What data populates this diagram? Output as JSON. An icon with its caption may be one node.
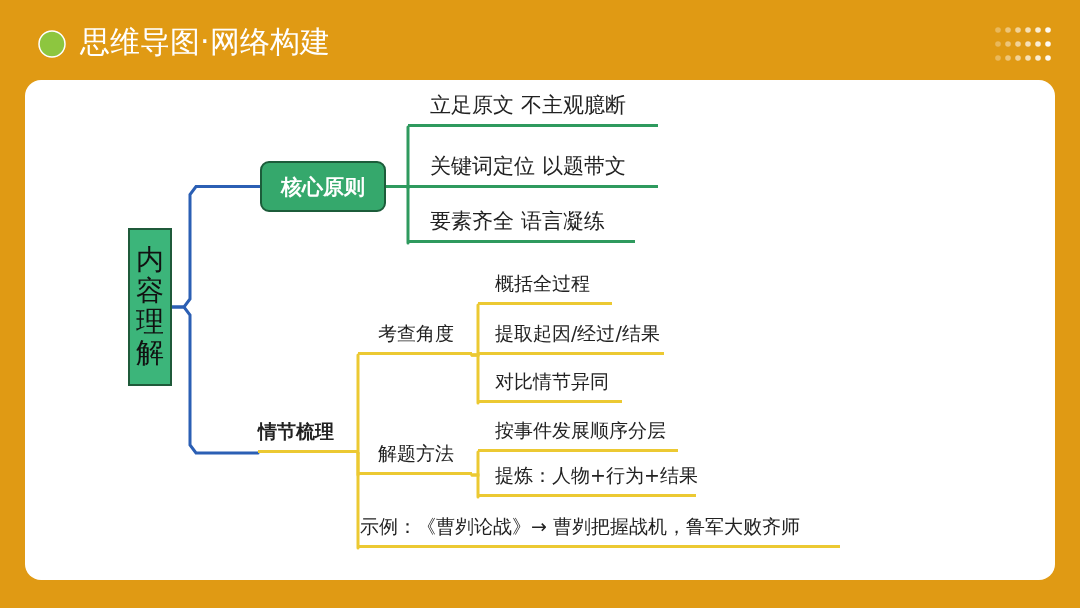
{
  "diagram": {
    "title": "思维导图·网络构建",
    "nodes": [
      {
        "text": [
          "内容理解"
        ]
      },
      {
        "text": [
          "核心原则"
        ]
      },
      {
        "text": [
          "立足原文 不主观臆断"
        ]
      },
      {
        "text": [
          "关键词定位 以题带文"
        ]
      },
      {
        "text": [
          "要素齐全 语言凝练"
        ]
      },
      {
        "text": [
          "情节梳理"
        ]
      },
      {
        "text": [
          "考查角度"
        ]
      },
      {
        "text": [
          "概括全过程"
        ]
      },
      {
        "text": [
          "提取起因/经过/结果"
        ]
      },
      {
        "text": [
          "对比情节异同"
        ]
      },
      {
        "text": [
          "解题方法"
        ]
      },
      {
        "text": [
          "按事件发展顺序分层"
        ]
      },
      {
        "text": [
          "提炼：人物+行为+结果"
        ]
      },
      {
        "text": [
          "示例：《曹刿论战》→ 曹刿把握战机，鲁军大败齐师"
        ]
      }
    ],
    "edges": [
      {
        "from": 0,
        "to": 1,
        "arrow": "none",
        "color": "#2b5fb4"
      },
      {
        "from": 0,
        "to": 5,
        "arrow": "none",
        "color": "#2b5fb4"
      },
      {
        "from": 1,
        "to": 2,
        "arrow": "none",
        "color": "#2e9a5e"
      },
      {
        "from": 1,
        "to": 3,
        "arrow": "none",
        "color": "#2e9a5e"
      },
      {
        "from": 1,
        "to": 4,
        "arrow": "none",
        "color": "#2e9a5e"
      },
      {
        "from": 5,
        "to": 6,
        "arrow": "none"
      },
      {
        "from": 5,
        "to": 10,
        "arrow": "none"
      },
      {
        "from": 5,
        "to": 13,
        "arrow": "none"
      },
      {
        "from": 6,
        "to": 7,
        "arrow": "none"
      },
      {
        "from": 6,
        "to": 8,
        "arrow": "none"
      },
      {
        "from": 6,
        "to": 9,
        "arrow": "none"
      },
      {
        "from": 10,
        "to": 11,
        "arrow": "none"
      },
      {
        "from": 10,
        "to": 12,
        "arrow": "none"
      }
    ]
  }
}
